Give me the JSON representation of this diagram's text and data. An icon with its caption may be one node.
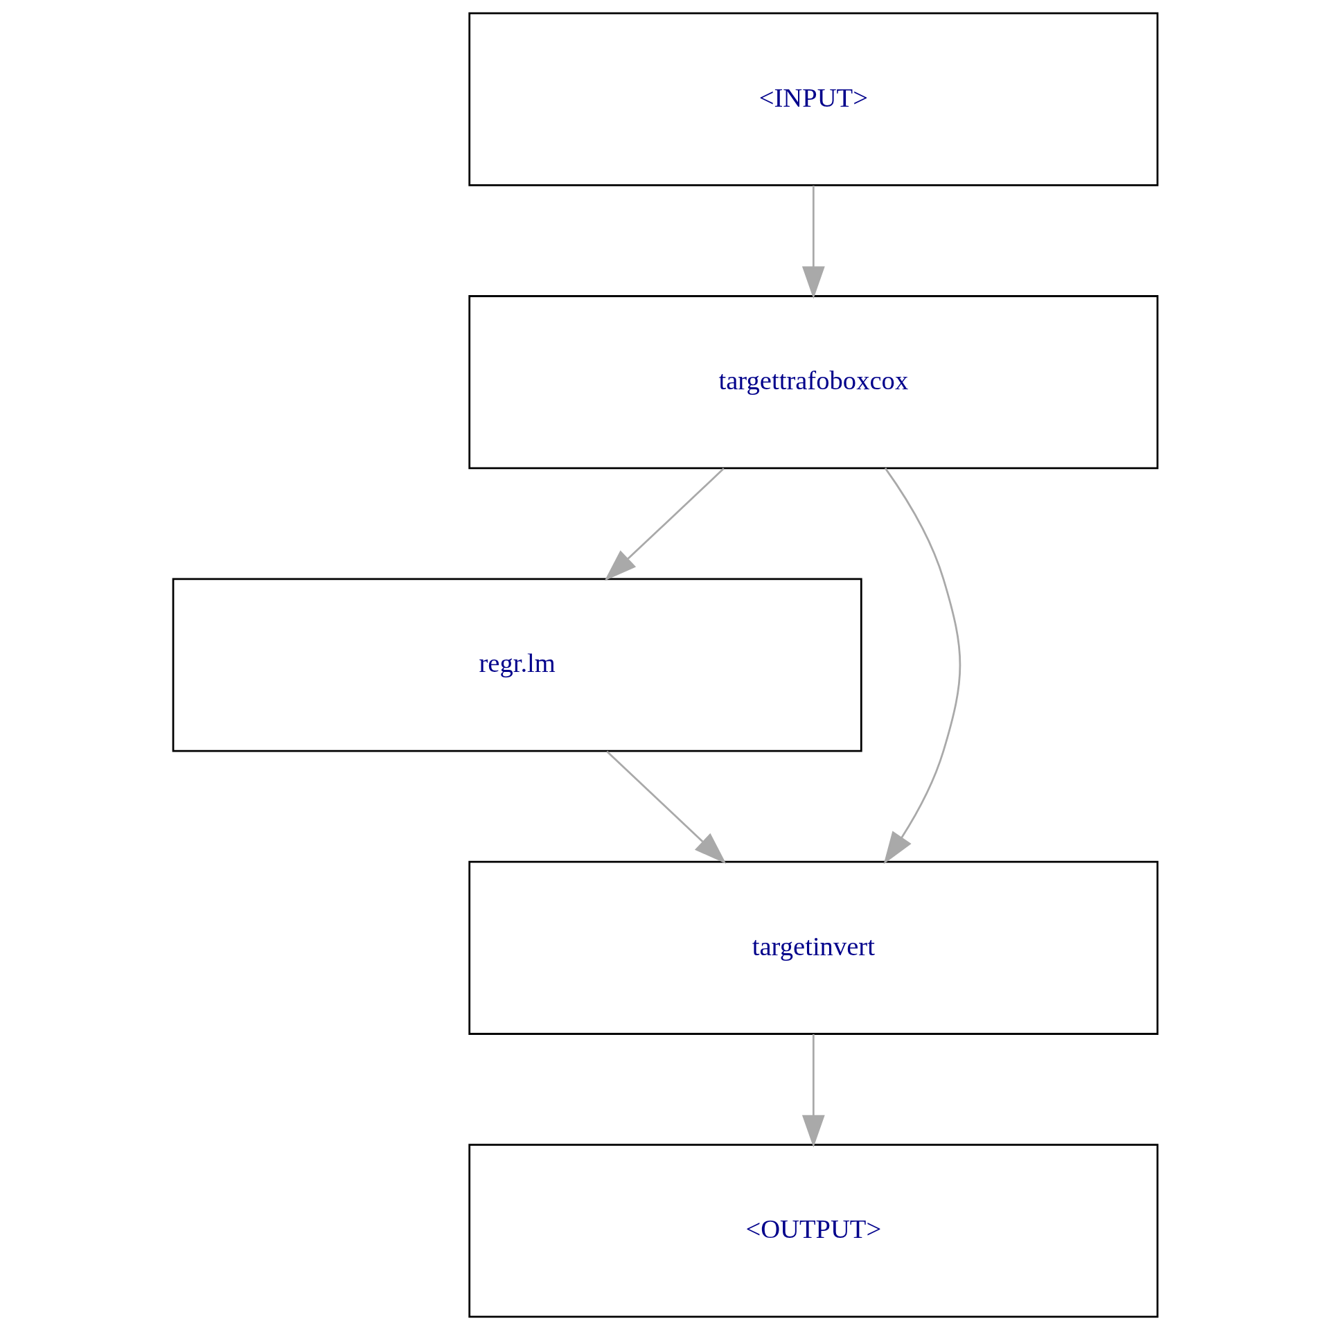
{
  "diagram": {
    "nodes": [
      {
        "text": [
          "<INPUT>"
        ]
      },
      {
        "text": [
          "targettrafoboxcox"
        ]
      },
      {
        "text": [
          "regr.lm"
        ]
      },
      {
        "text": [
          "targetinvert"
        ]
      },
      {
        "text": [
          "<OUTPUT>"
        ]
      }
    ],
    "edges": [
      {
        "from": 0,
        "to": 1,
        "arrow": "to"
      },
      {
        "from": 1,
        "to": 2,
        "arrow": "to"
      },
      {
        "from": 1,
        "to": 3,
        "arrow": "to"
      },
      {
        "from": 2,
        "to": 3,
        "arrow": "to"
      },
      {
        "from": 3,
        "to": 4,
        "arrow": "to"
      }
    ]
  }
}
